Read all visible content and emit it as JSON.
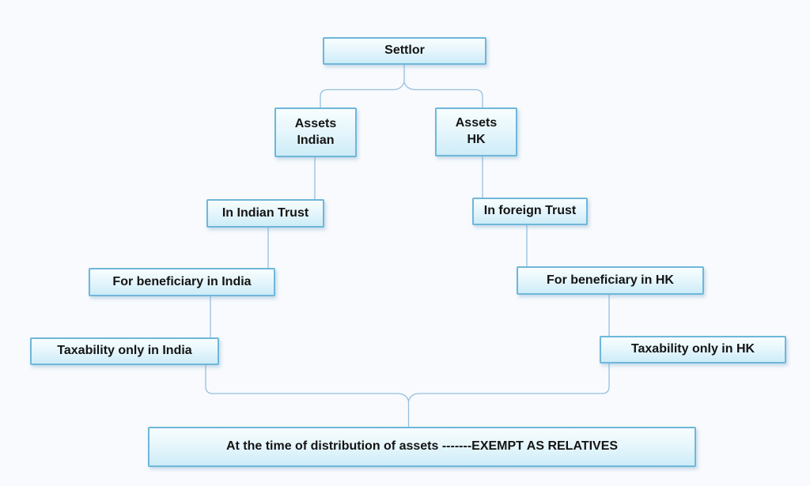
{
  "theme": {
    "background": "#f8fafd",
    "box_border_color": "#6fb7da",
    "box_fill_top": "#f7fdfe",
    "box_fill_bottom": "#cdecf8",
    "connector_color": "#96c0e0",
    "text_color": "#141414"
  },
  "diagram": {
    "type": "flowchart",
    "nodes": {
      "settlor": {
        "label": "Settlor"
      },
      "assets_indian": {
        "label": "Assets\nIndian"
      },
      "assets_hk": {
        "label": "Assets\nHK"
      },
      "in_indian_trust": {
        "label": "In Indian Trust"
      },
      "in_foreign_trust": {
        "label": "In foreign Trust"
      },
      "beneficiary_india": {
        "label": "For beneficiary in India"
      },
      "beneficiary_hk": {
        "label": "For beneficiary in HK"
      },
      "taxability_india": {
        "label": "Taxability only in India"
      },
      "taxability_hk": {
        "label": "Taxability only in HK"
      },
      "distribution": {
        "label": "At the time of distribution of assets -------EXEMPT AS RELATIVES"
      }
    },
    "edges": [
      {
        "from": "settlor",
        "to": "assets_indian"
      },
      {
        "from": "settlor",
        "to": "assets_hk"
      },
      {
        "from": "assets_indian",
        "to": "in_indian_trust"
      },
      {
        "from": "in_indian_trust",
        "to": "beneficiary_india"
      },
      {
        "from": "beneficiary_india",
        "to": "taxability_india"
      },
      {
        "from": "assets_hk",
        "to": "in_foreign_trust"
      },
      {
        "from": "in_foreign_trust",
        "to": "beneficiary_hk"
      },
      {
        "from": "beneficiary_hk",
        "to": "taxability_hk"
      },
      {
        "from": "taxability_india",
        "to": "distribution"
      },
      {
        "from": "taxability_hk",
        "to": "distribution"
      }
    ]
  }
}
